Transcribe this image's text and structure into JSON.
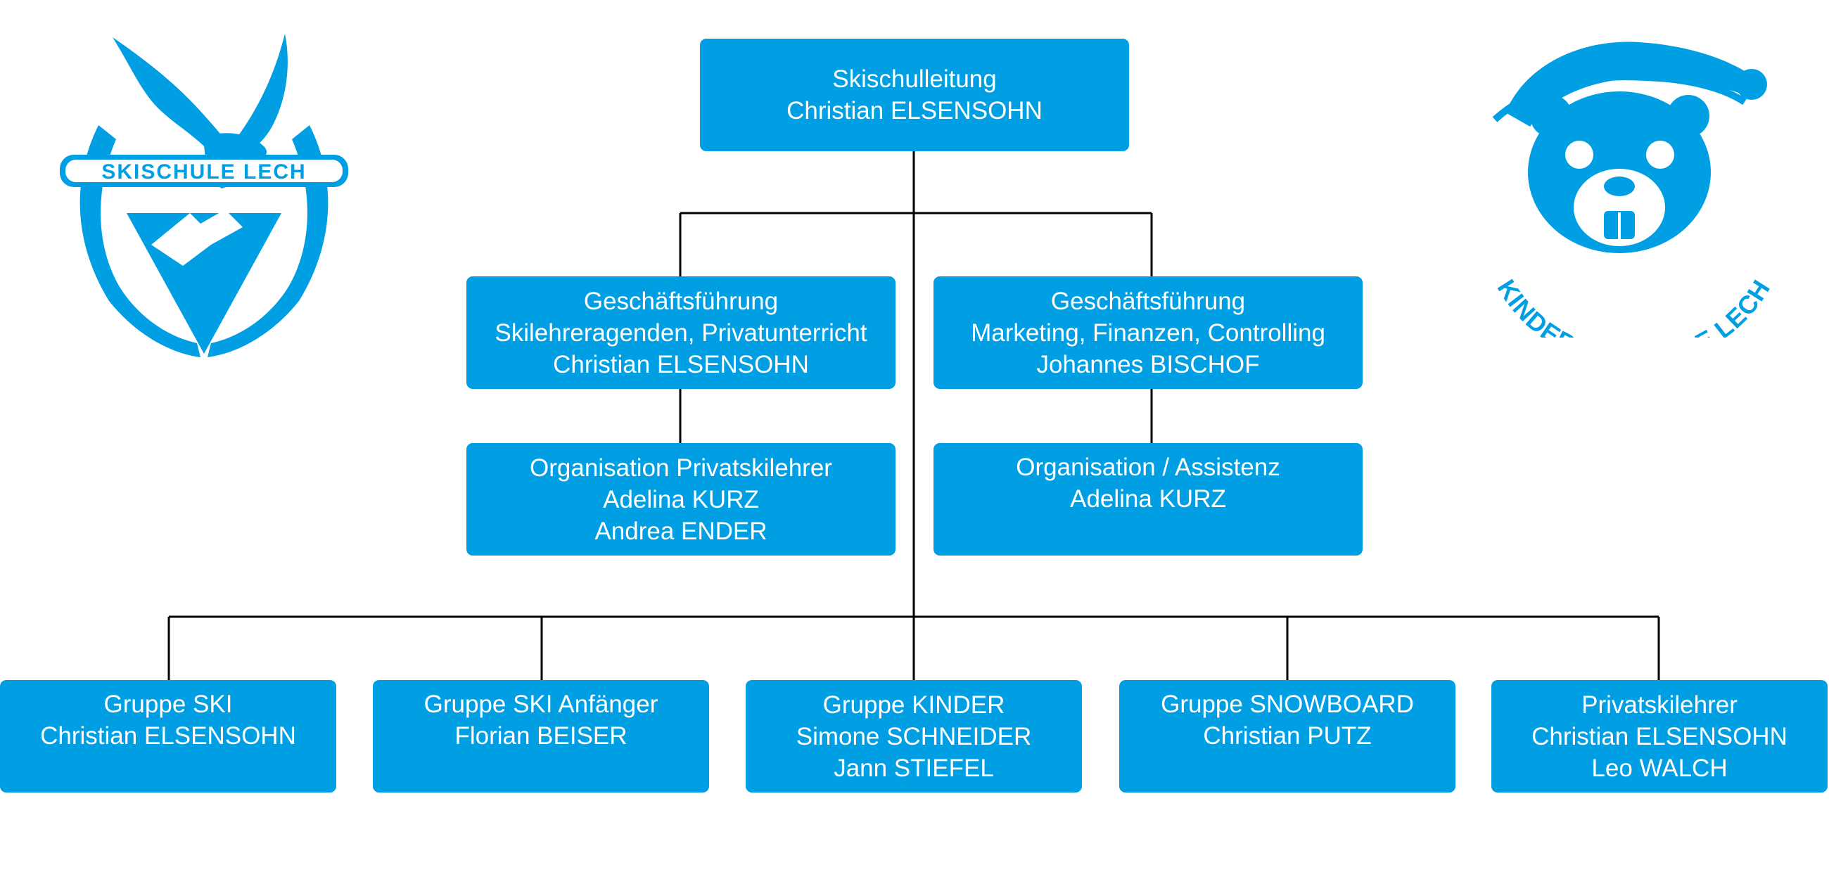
{
  "colors": {
    "accent": "#009fe3",
    "line": "#000000",
    "background": "#ffffff"
  },
  "logos": {
    "left": {
      "text": "SKISCHULE LECH",
      "icon": "eagle-crest-icon"
    },
    "right": {
      "text": "KINDERSKISCHULE LECH",
      "icon": "beaver-mascot-icon"
    }
  },
  "nodes": {
    "head": {
      "lines": [
        "Skischulleitung",
        "Christian ELSENSOHN"
      ]
    },
    "gf_left": {
      "lines": [
        "Geschäftsführung",
        "Skilehreragenden, Privatunterricht",
        "Christian ELSENSOHN"
      ]
    },
    "gf_right": {
      "lines": [
        "Geschäftsführung",
        "Marketing, Finanzen, Controlling",
        "Johannes BISCHOF"
      ]
    },
    "org_left": {
      "lines": [
        "Organisation Privatskilehrer",
        "Adelina KURZ",
        "Andrea ENDER"
      ]
    },
    "org_right": {
      "lines": [
        "Organisation / Assistenz",
        "Adelina KURZ"
      ]
    },
    "group_ski": {
      "lines": [
        "Gruppe SKI",
        "Christian ELSENSOHN"
      ]
    },
    "group_ski_beginner": {
      "lines": [
        "Gruppe SKI Anfänger",
        "Florian BEISER"
      ]
    },
    "group_kinder": {
      "lines": [
        "Gruppe KINDER",
        "Simone SCHNEIDER",
        "Jann STIEFEL"
      ]
    },
    "group_snowboard": {
      "lines": [
        "Gruppe SNOWBOARD",
        "Christian PUTZ"
      ]
    },
    "private_instructors": {
      "lines": [
        "Privatskilehrer",
        "Christian ELSENSOHN",
        "Leo WALCH"
      ]
    }
  }
}
